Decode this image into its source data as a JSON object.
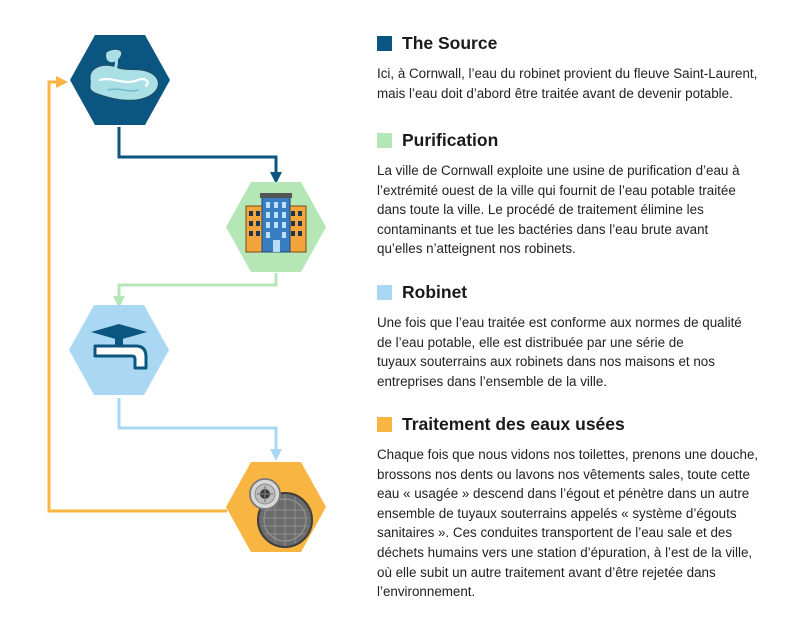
{
  "colors": {
    "source": "#0b5680",
    "purification": "#b5e6b6",
    "robinet": "#aad8f2",
    "wastewater": "#f9b541"
  },
  "steps": [
    {
      "id": "source",
      "title": "The Source",
      "icon": "river-icon",
      "lines": [
        "Ici, à Cornwall, l’eau du robinet provient du fleuve Saint-Laurent,",
        "mais l’eau doit d’abord être traitée avant de devenir potable."
      ]
    },
    {
      "id": "purification",
      "title": "Purification",
      "icon": "building-icon",
      "lines": [
        "La ville de Cornwall exploite une usine de purification d’eau à",
        "l’extrémité ouest de la ville qui fournit de l’eau potable traitée",
        "dans toute la ville. Le procédé de traitement élimine les",
        "contaminants et tue les bactéries dans l’eau brute avant",
        "qu’elles n’atteignent nos robinets."
      ]
    },
    {
      "id": "robinet",
      "title": "Robinet",
      "icon": "faucet-icon",
      "lines": [
        "Une fois que l’eau traitée est conforme aux normes de qualité",
        "de l’eau potable, elle est distribuée par une série de",
        "tuyaux souterrains aux robinets dans nos maisons et nos",
        "entreprises dans l’ensemble de la ville."
      ]
    },
    {
      "id": "wastewater",
      "title": "Traitement des eaux usées",
      "icon": "drain-manhole-icon",
      "lines": [
        "Chaque fois que nous vidons nos toilettes, prenons une douche,",
        "brossons nos dents ou lavons nos vêtements sales, toute cette",
        "eau « usagée » descend dans l’égout et pénètre dans un autre",
        "ensemble de tuyaux souterrains appelés « système d’égouts",
        "sanitaires ». Ces conduites transportent de l’eau sale et des",
        "déchets humains vers une station d’épuration, à l’est de la ville,",
        "où elle subit un autre traitement avant d’être rejetée dans",
        "l’environnement."
      ]
    }
  ]
}
